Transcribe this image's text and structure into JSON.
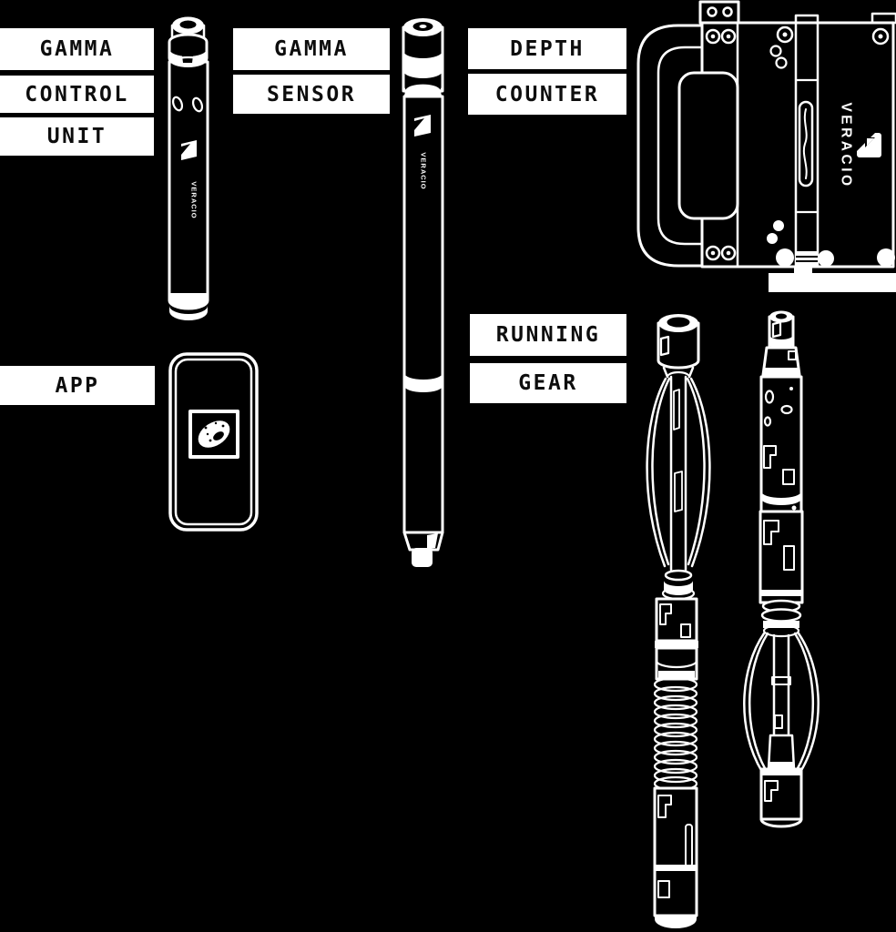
{
  "labels": {
    "gamma_control_unit": [
      "GAMMA",
      "CONTROL",
      "UNIT"
    ],
    "gamma_sensor": [
      "GAMMA",
      "SENSOR"
    ],
    "depth_counter": [
      "DEPTH",
      "COUNTER"
    ],
    "app": [
      "APP"
    ],
    "running_gear": [
      "RUNNING",
      "GEAR"
    ]
  },
  "brand": {
    "name": "VERACIO"
  },
  "icons": {
    "veracio_logo": "folded-square-mark",
    "core_sample": "rock-core-blob"
  },
  "colors": {
    "background": "#000000",
    "line_art": "#ffffff",
    "label_background": "#ffffff",
    "label_text": "#0d0d0d"
  }
}
